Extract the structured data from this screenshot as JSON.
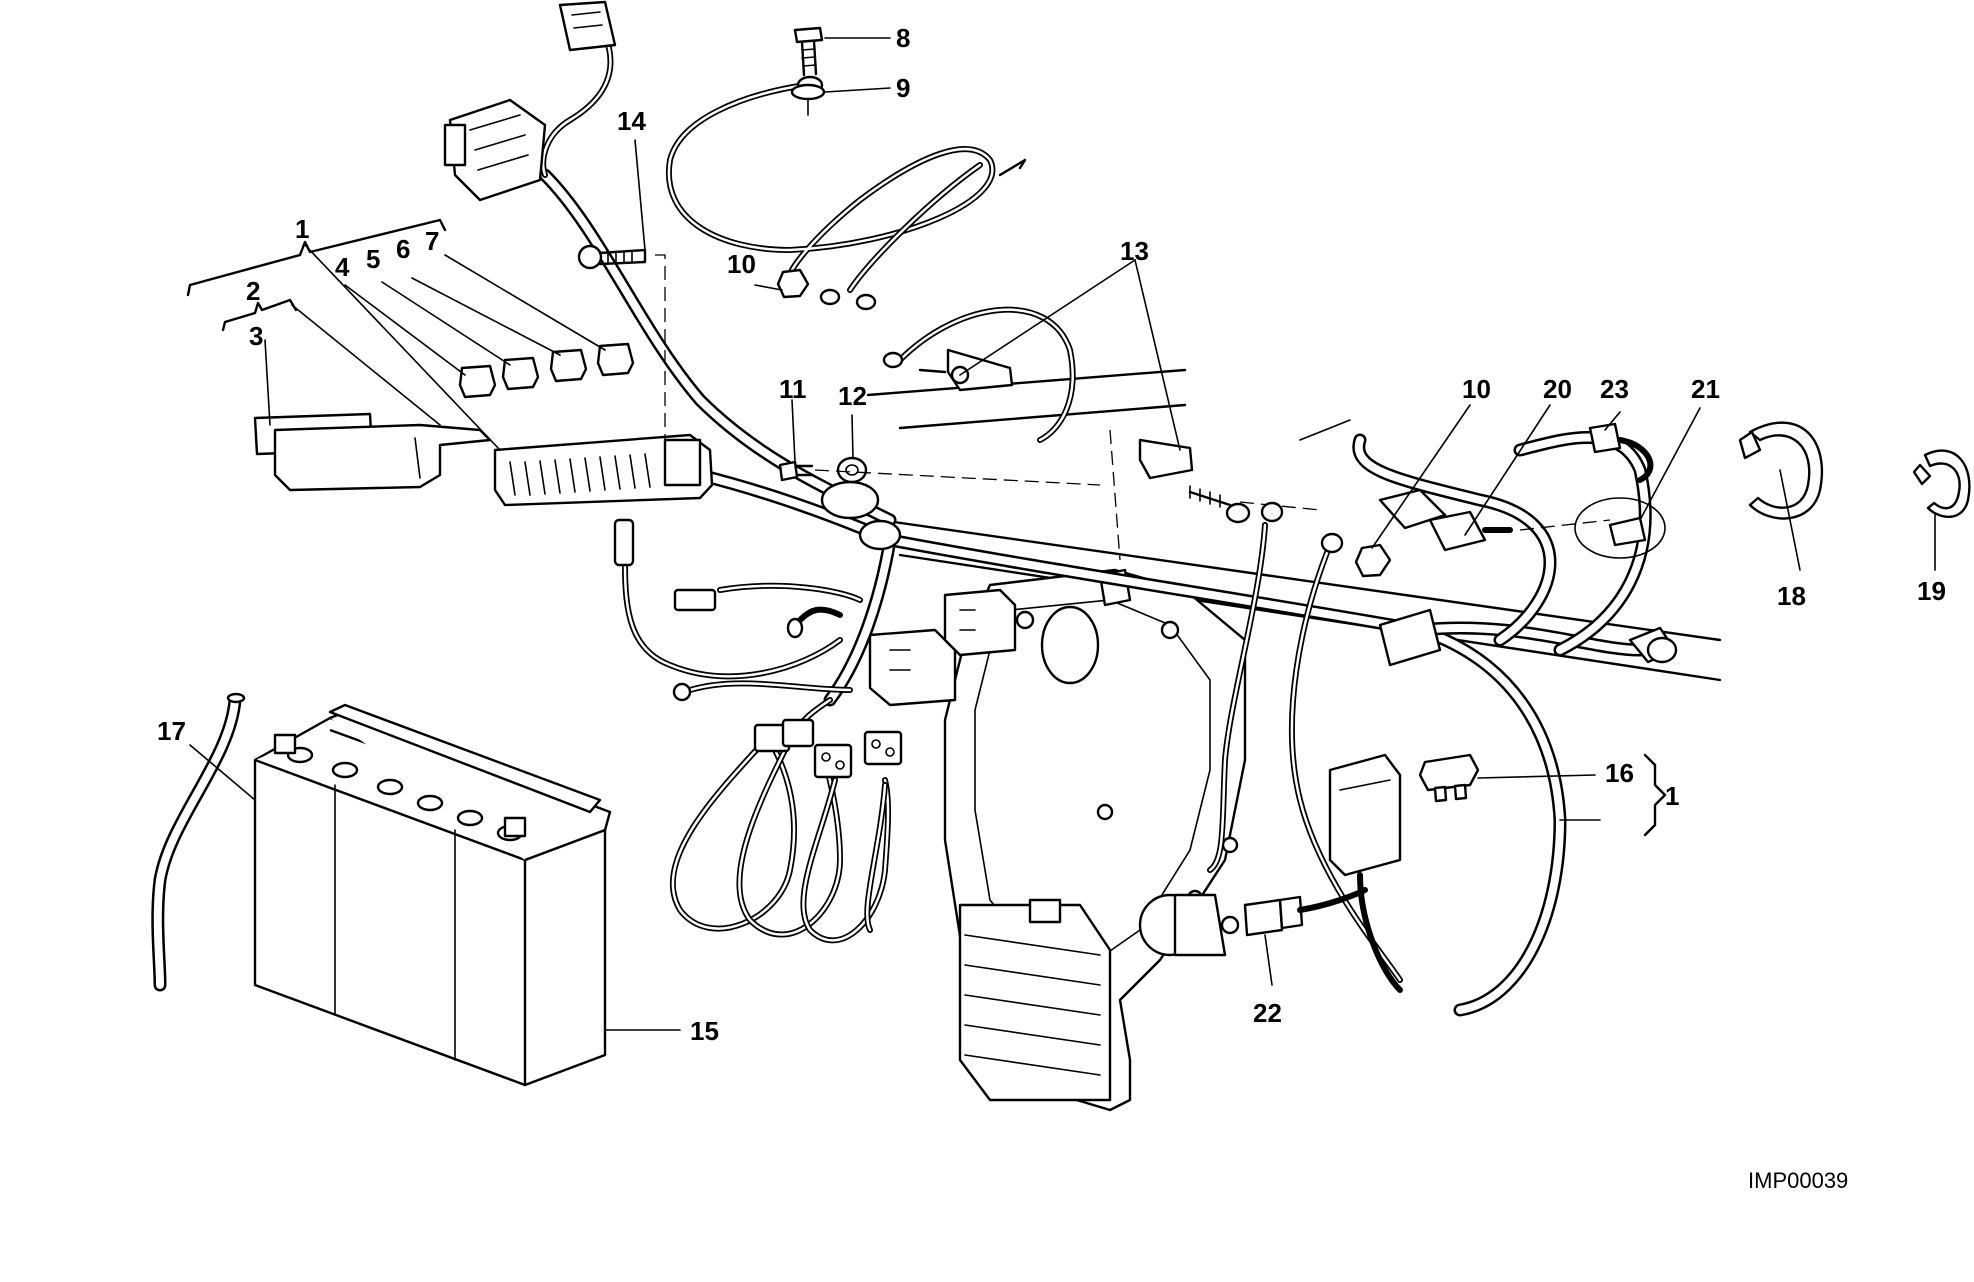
{
  "drawing_id": "IMP00039",
  "callouts": {
    "c1a": "1",
    "c1b": "1",
    "c2": "2",
    "c3": "3",
    "c4": "4",
    "c5": "5",
    "c6": "6",
    "c7": "7",
    "c8": "8",
    "c9": "9",
    "c10a": "10",
    "c10b": "10",
    "c11": "11",
    "c12": "12",
    "c13": "13",
    "c14": "14",
    "c15": "15",
    "c16": "16",
    "c17": "17",
    "c18": "18",
    "c19": "19",
    "c20": "20",
    "c21": "21",
    "c22": "22",
    "c23": "23"
  }
}
